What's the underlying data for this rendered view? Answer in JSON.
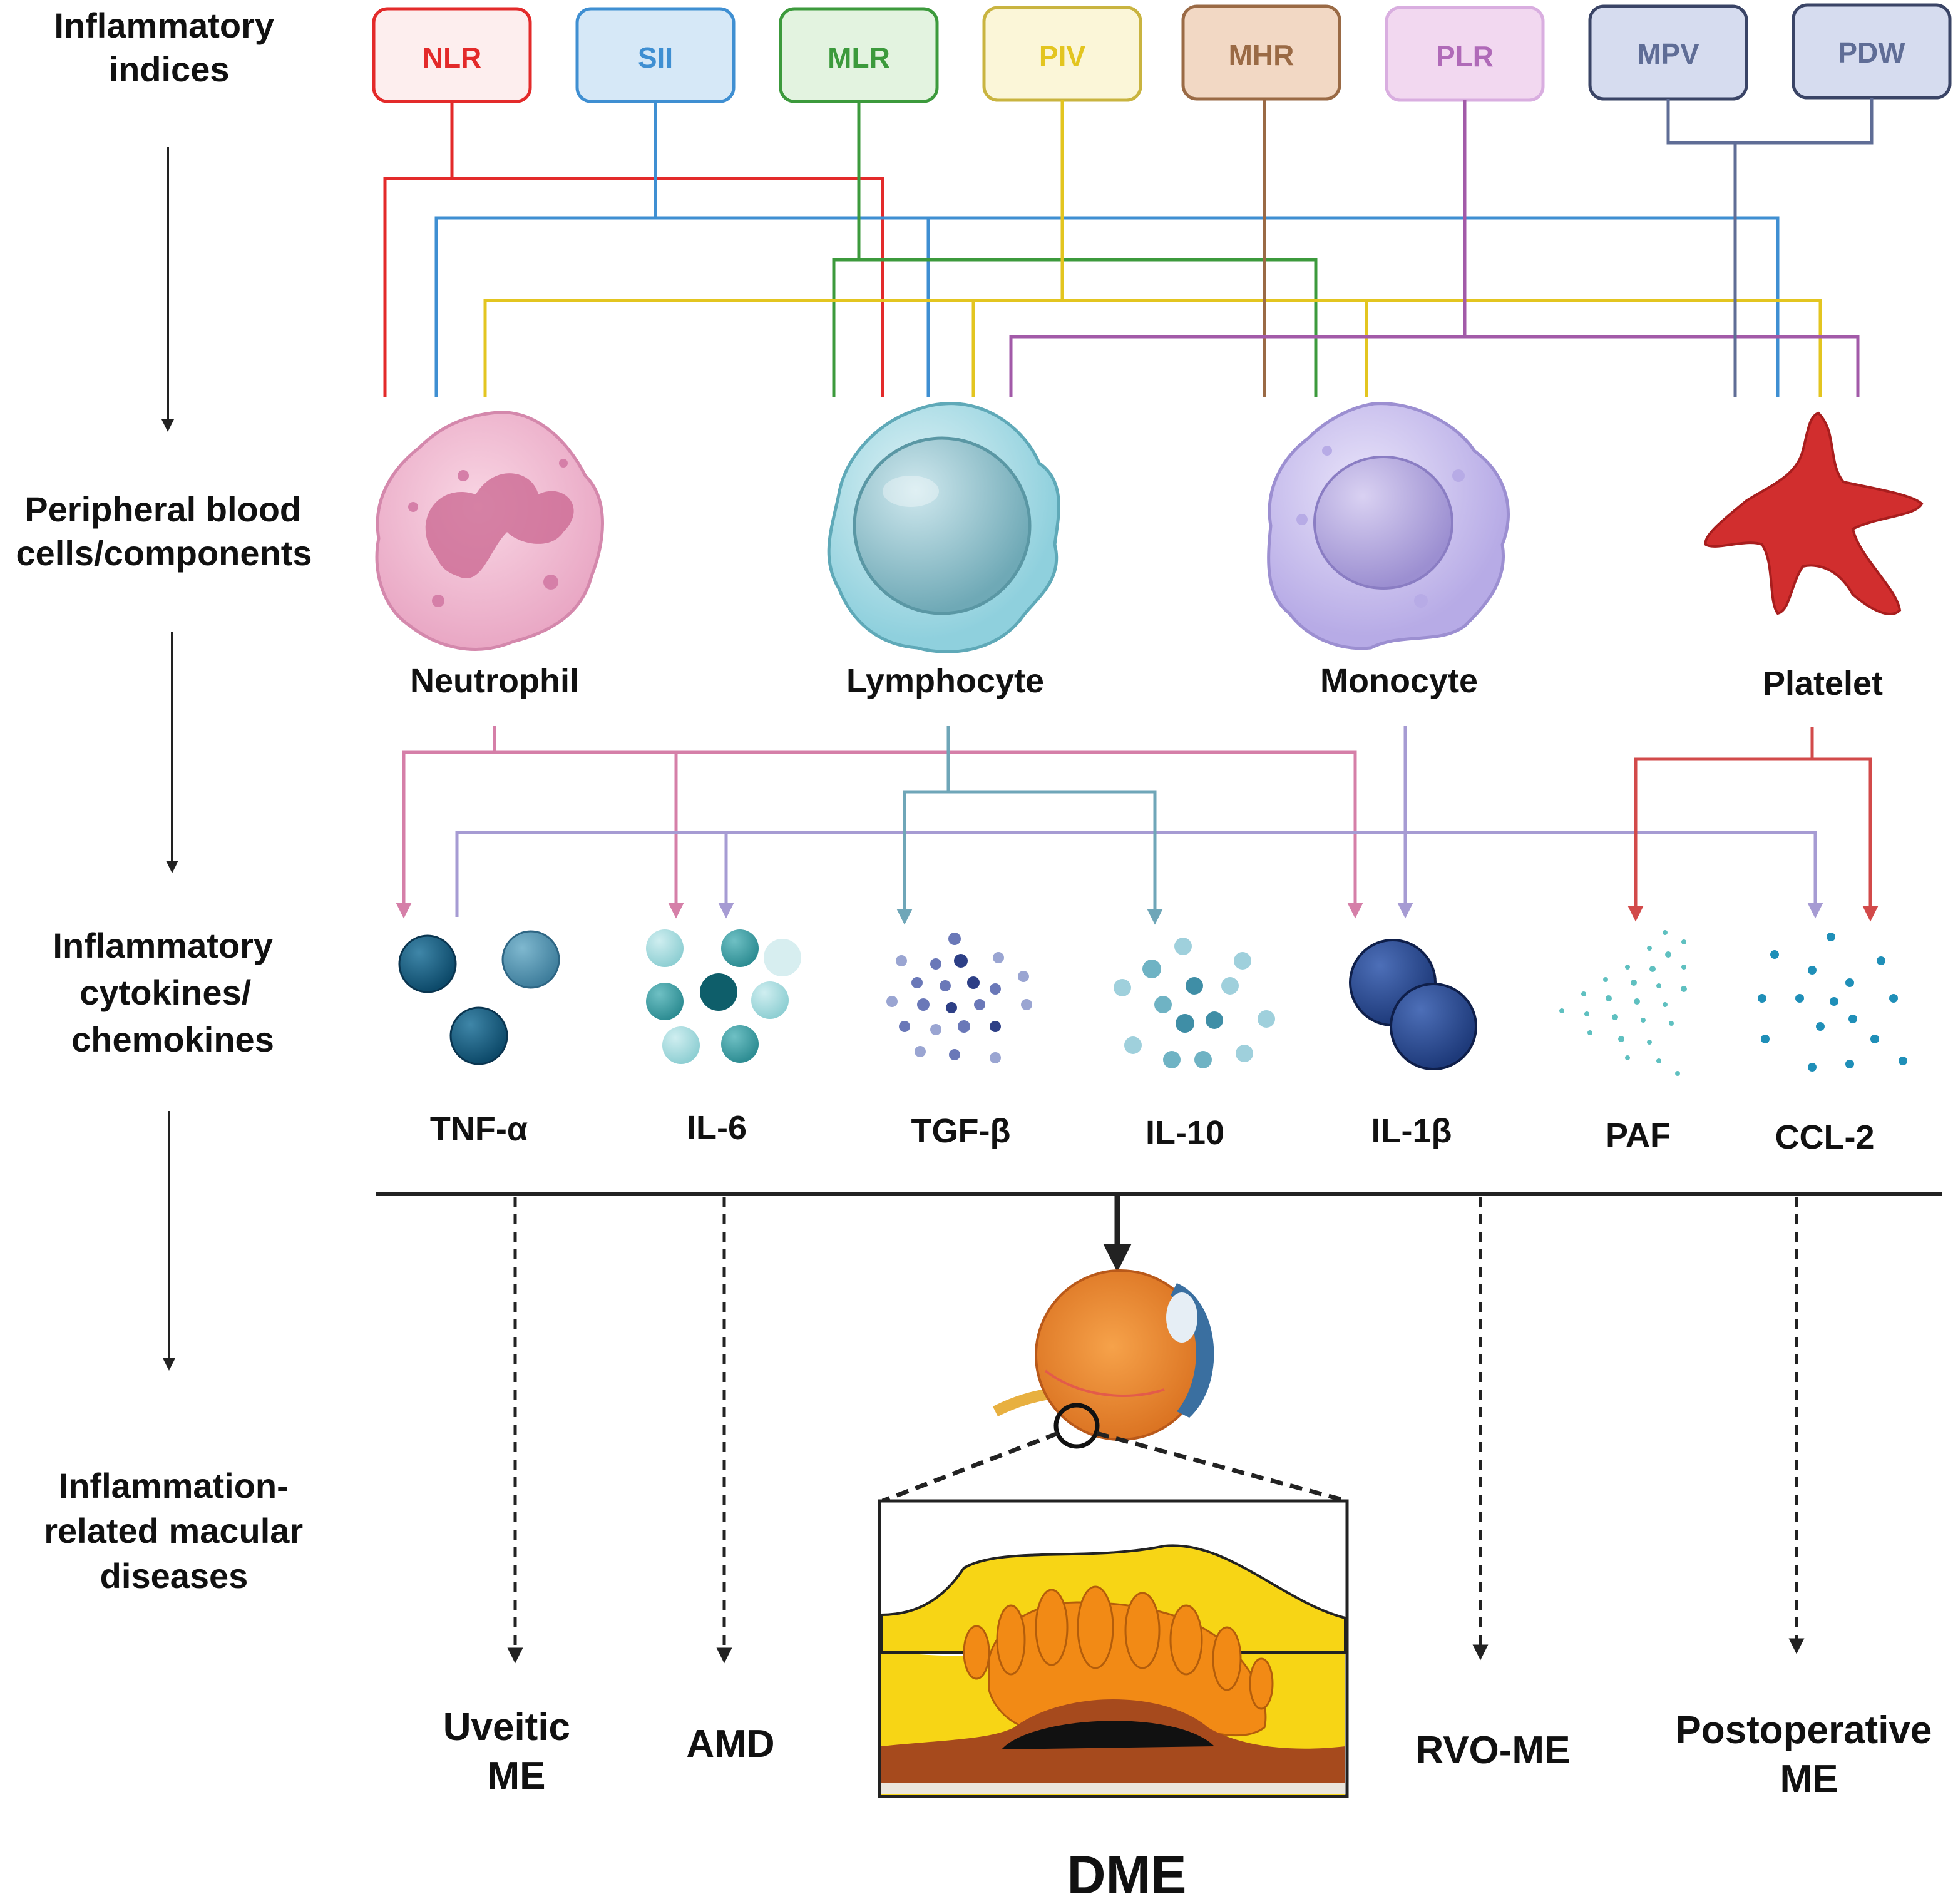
{
  "row_labels": {
    "indices": [
      "Inflammatory",
      "indices"
    ],
    "cells": [
      "Peripheral blood",
      "cells/components"
    ],
    "cytokines": [
      "Inflammatory",
      "cytokines/",
      "chemokines"
    ],
    "diseases": [
      "Inflammation-",
      "related macular",
      "diseases"
    ]
  },
  "indices": [
    {
      "label": "NLR",
      "color": "#e32a2a",
      "fill": "#fdeeee"
    },
    {
      "label": "SII",
      "color": "#3f8fd2",
      "fill": "#d6e8f7"
    },
    {
      "label": "MLR",
      "color": "#3c9a3c",
      "fill": "#e3f3e0"
    },
    {
      "label": "PIV",
      "color": "#e3c520",
      "fill": "#fbf6d8"
    },
    {
      "label": "MHR",
      "color": "#9a6a45",
      "fill": "#f2d8c4"
    },
    {
      "label": "PLR",
      "color": "#b06ab8",
      "fill": "#f2d8f0"
    },
    {
      "label": "MPV",
      "color": "#5f6d96",
      "fill": "#d6dcef"
    },
    {
      "label": "PDW",
      "color": "#5f6d96",
      "fill": "#d6dcef"
    }
  ],
  "cells": [
    {
      "label": "Neutrophil"
    },
    {
      "label": "Lymphocyte"
    },
    {
      "label": "Monocyte"
    },
    {
      "label": "Platelet"
    }
  ],
  "cytokines": [
    {
      "label": "TNF-α"
    },
    {
      "label": "IL-6"
    },
    {
      "label": "TGF-β"
    },
    {
      "label": "IL-10"
    },
    {
      "label": "IL-1β"
    },
    {
      "label": "PAF"
    },
    {
      "label": "CCL-2"
    }
  ],
  "diseases": {
    "uveitic": [
      "Uveitic",
      "ME"
    ],
    "amd": "AMD",
    "rvo": "RVO-ME",
    "postop": [
      "Postoperative",
      "ME"
    ],
    "dme": "DME"
  }
}
